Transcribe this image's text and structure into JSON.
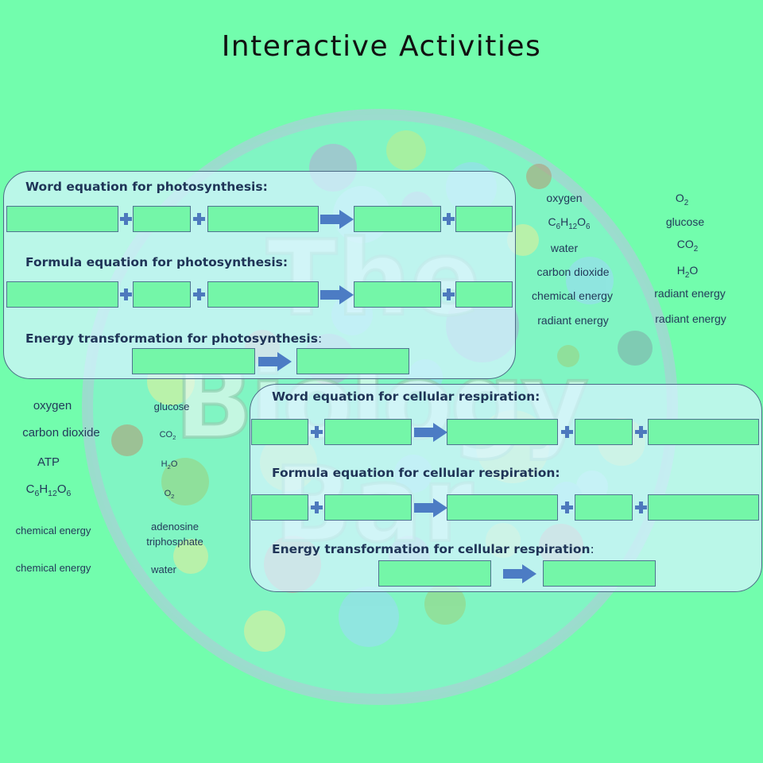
{
  "title": "Interactive Activities",
  "watermark": {
    "line1": "The",
    "line2": "Biology",
    "line3": "Bar"
  },
  "colors": {
    "background": "#72fdad",
    "panel": "#d6f4ff",
    "slot": "#74f6a8",
    "arrow": "#4c7cc4",
    "text": "#233a5a"
  },
  "photosynthesis": {
    "word_heading": "Word equation for photosynthesis:",
    "formula_heading": "Formula equation for photosynthesis:",
    "energy_heading": "Energy transformation for photosynthesis",
    "energy_heading_tail": ":"
  },
  "respiration": {
    "word_heading": "Word equation for cellular respiration:",
    "formula_heading": "Formula equation for cellular respiration:",
    "energy_heading": "Energy transformation for cellular respiration",
    "energy_heading_tail": ":"
  },
  "photosynthesis_bank": {
    "left": [
      "oxygen",
      "C6H12O6",
      "water",
      "carbon dioxide",
      "chemical energy",
      "radiant energy"
    ],
    "right": [
      "O2",
      "glucose",
      "CO2",
      "H2O",
      "radiant energy",
      "radiant energy"
    ]
  },
  "respiration_bank": {
    "left": [
      "oxygen",
      "carbon dioxide",
      "ATP",
      "C6H12O6",
      "chemical energy",
      "chemical energy"
    ],
    "right": [
      "glucose",
      "CO2",
      "H2O",
      "O2",
      "adenosine triphosphate",
      "water"
    ]
  }
}
